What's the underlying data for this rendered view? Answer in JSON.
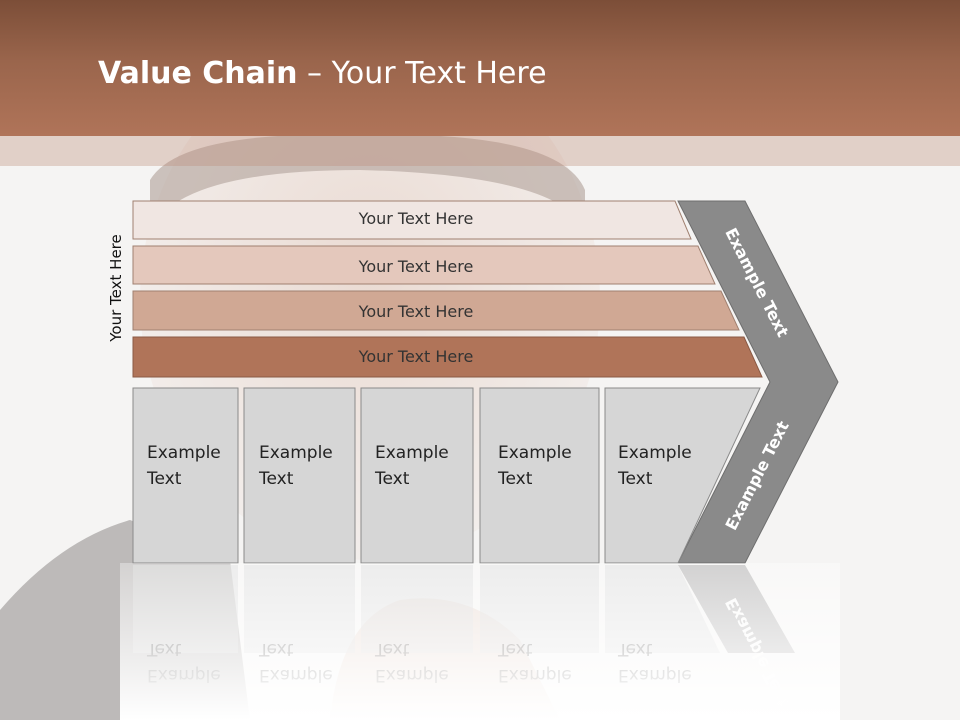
{
  "slide": {
    "title_bold": "Value Chain",
    "title_rest": " – Your Text Here",
    "side_label": "Your Text Here"
  },
  "colors": {
    "header": "#9a654c",
    "band1": "#f0e6e2",
    "band2": "#e4c8bc",
    "band3": "#d0a894",
    "band4": "#b07459",
    "chevron": "#8a8a8a",
    "box": "#d6d6d6"
  },
  "bands": [
    {
      "label": "Your Text Here"
    },
    {
      "label": "Your Text Here"
    },
    {
      "label": "Your Text Here"
    },
    {
      "label": "Your Text Here"
    }
  ],
  "chevron": {
    "upper_label": "Example Text",
    "lower_label": "Example Text"
  },
  "boxes": [
    {
      "line1": "Example",
      "line2": "Text"
    },
    {
      "line1": "Example",
      "line2": "Text"
    },
    {
      "line1": "Example",
      "line2": "Text"
    },
    {
      "line1": "Example",
      "line2": "Text"
    },
    {
      "line1": "Example",
      "line2": "Text"
    }
  ]
}
